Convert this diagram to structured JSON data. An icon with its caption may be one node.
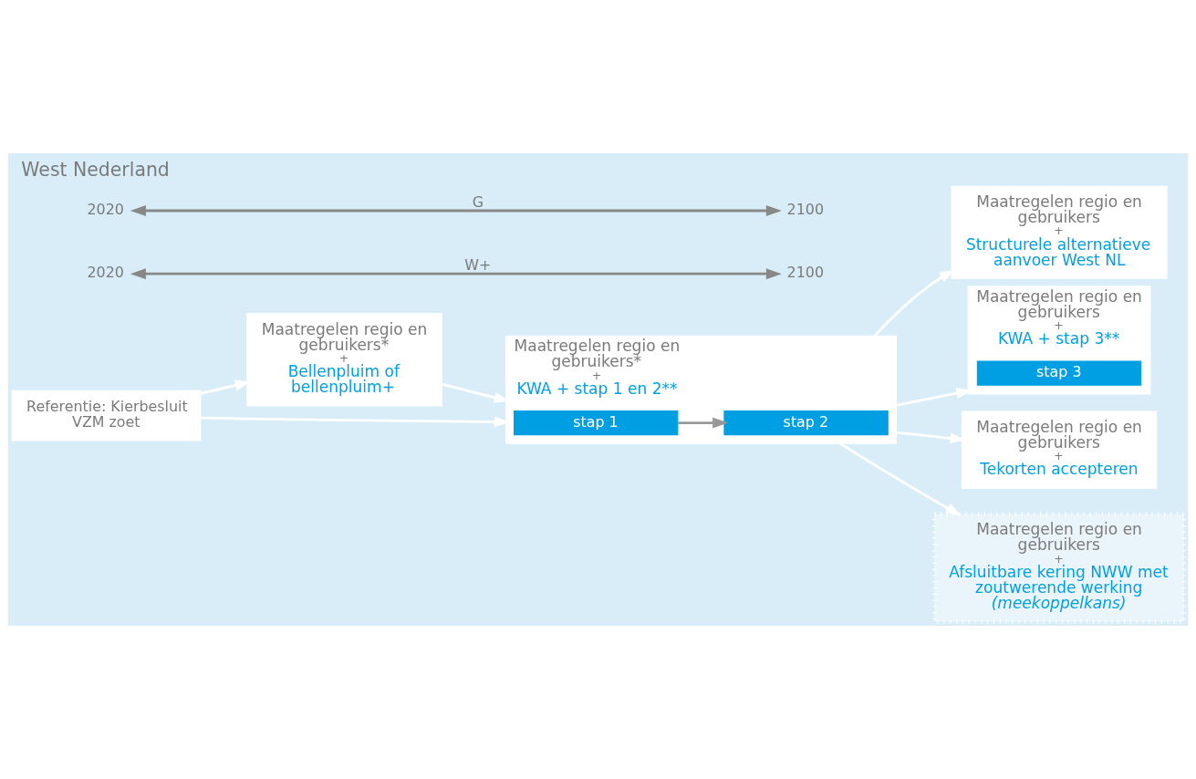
{
  "diagram": {
    "title": "West Nederland",
    "nodes": [
      {
        "text": [
          "Referentie: Kierbesluit VZM zoet"
        ]
      },
      {
        "text": [
          "Maatregelen regio en gebruikers*",
          "+",
          "Bellenpluim of bellenpluim+"
        ]
      },
      {
        "text": [
          "Maatregelen regio en gebruikers*",
          "+",
          "KWA + stap 1 en 2**"
        ]
      },
      {
        "text": [
          "stap 1"
        ],
        "in": 2
      },
      {
        "text": [
          "stap 2"
        ],
        "in": 2
      },
      {
        "text": [
          "Maatregelen regio en gebruikers",
          "+",
          "Structurele alternatieve aanvoer West NL"
        ]
      },
      {
        "text": [
          "Maatregelen regio en gebruikers",
          "+",
          "KWA + stap 3**"
        ]
      },
      {
        "text": [
          "stap 3"
        ],
        "in": 6
      },
      {
        "text": [
          "Maatregelen regio en gebruikers",
          "+",
          "Tekorten accepteren"
        ]
      },
      {
        "text": [
          "Maatregelen regio en gebruikers",
          "+",
          "Afsluitbare kering NWW met zoutwerende werking",
          "(meekoppelkans)"
        ]
      },
      {
        "text": [
          "2020"
        ]
      },
      {
        "text": [
          "2100"
        ]
      },
      {
        "text": [
          "2020"
        ]
      },
      {
        "text": [
          "2100"
        ]
      }
    ],
    "edges": [
      {
        "from": 0,
        "to": 1,
        "arrow": "to"
      },
      {
        "from": 0,
        "to": 2,
        "arrow": "to"
      },
      {
        "from": 1,
        "to": 2,
        "arrow": "to"
      },
      {
        "from": 3,
        "to": 4,
        "arrow": "to",
        "color": "#999999"
      },
      {
        "from": 2,
        "to": 5,
        "arrow": "to"
      },
      {
        "from": 2,
        "to": 6,
        "arrow": "to"
      },
      {
        "from": 2,
        "to": 8,
        "arrow": "to"
      },
      {
        "from": 2,
        "to": 9,
        "arrow": "to"
      },
      {
        "from": 10,
        "to": 11,
        "label": "W+",
        "arrow": "both",
        "color": "#888888"
      },
      {
        "from": 12,
        "to": 13,
        "label": "G",
        "arrow": "both",
        "color": "#888888"
      }
    ]
  }
}
